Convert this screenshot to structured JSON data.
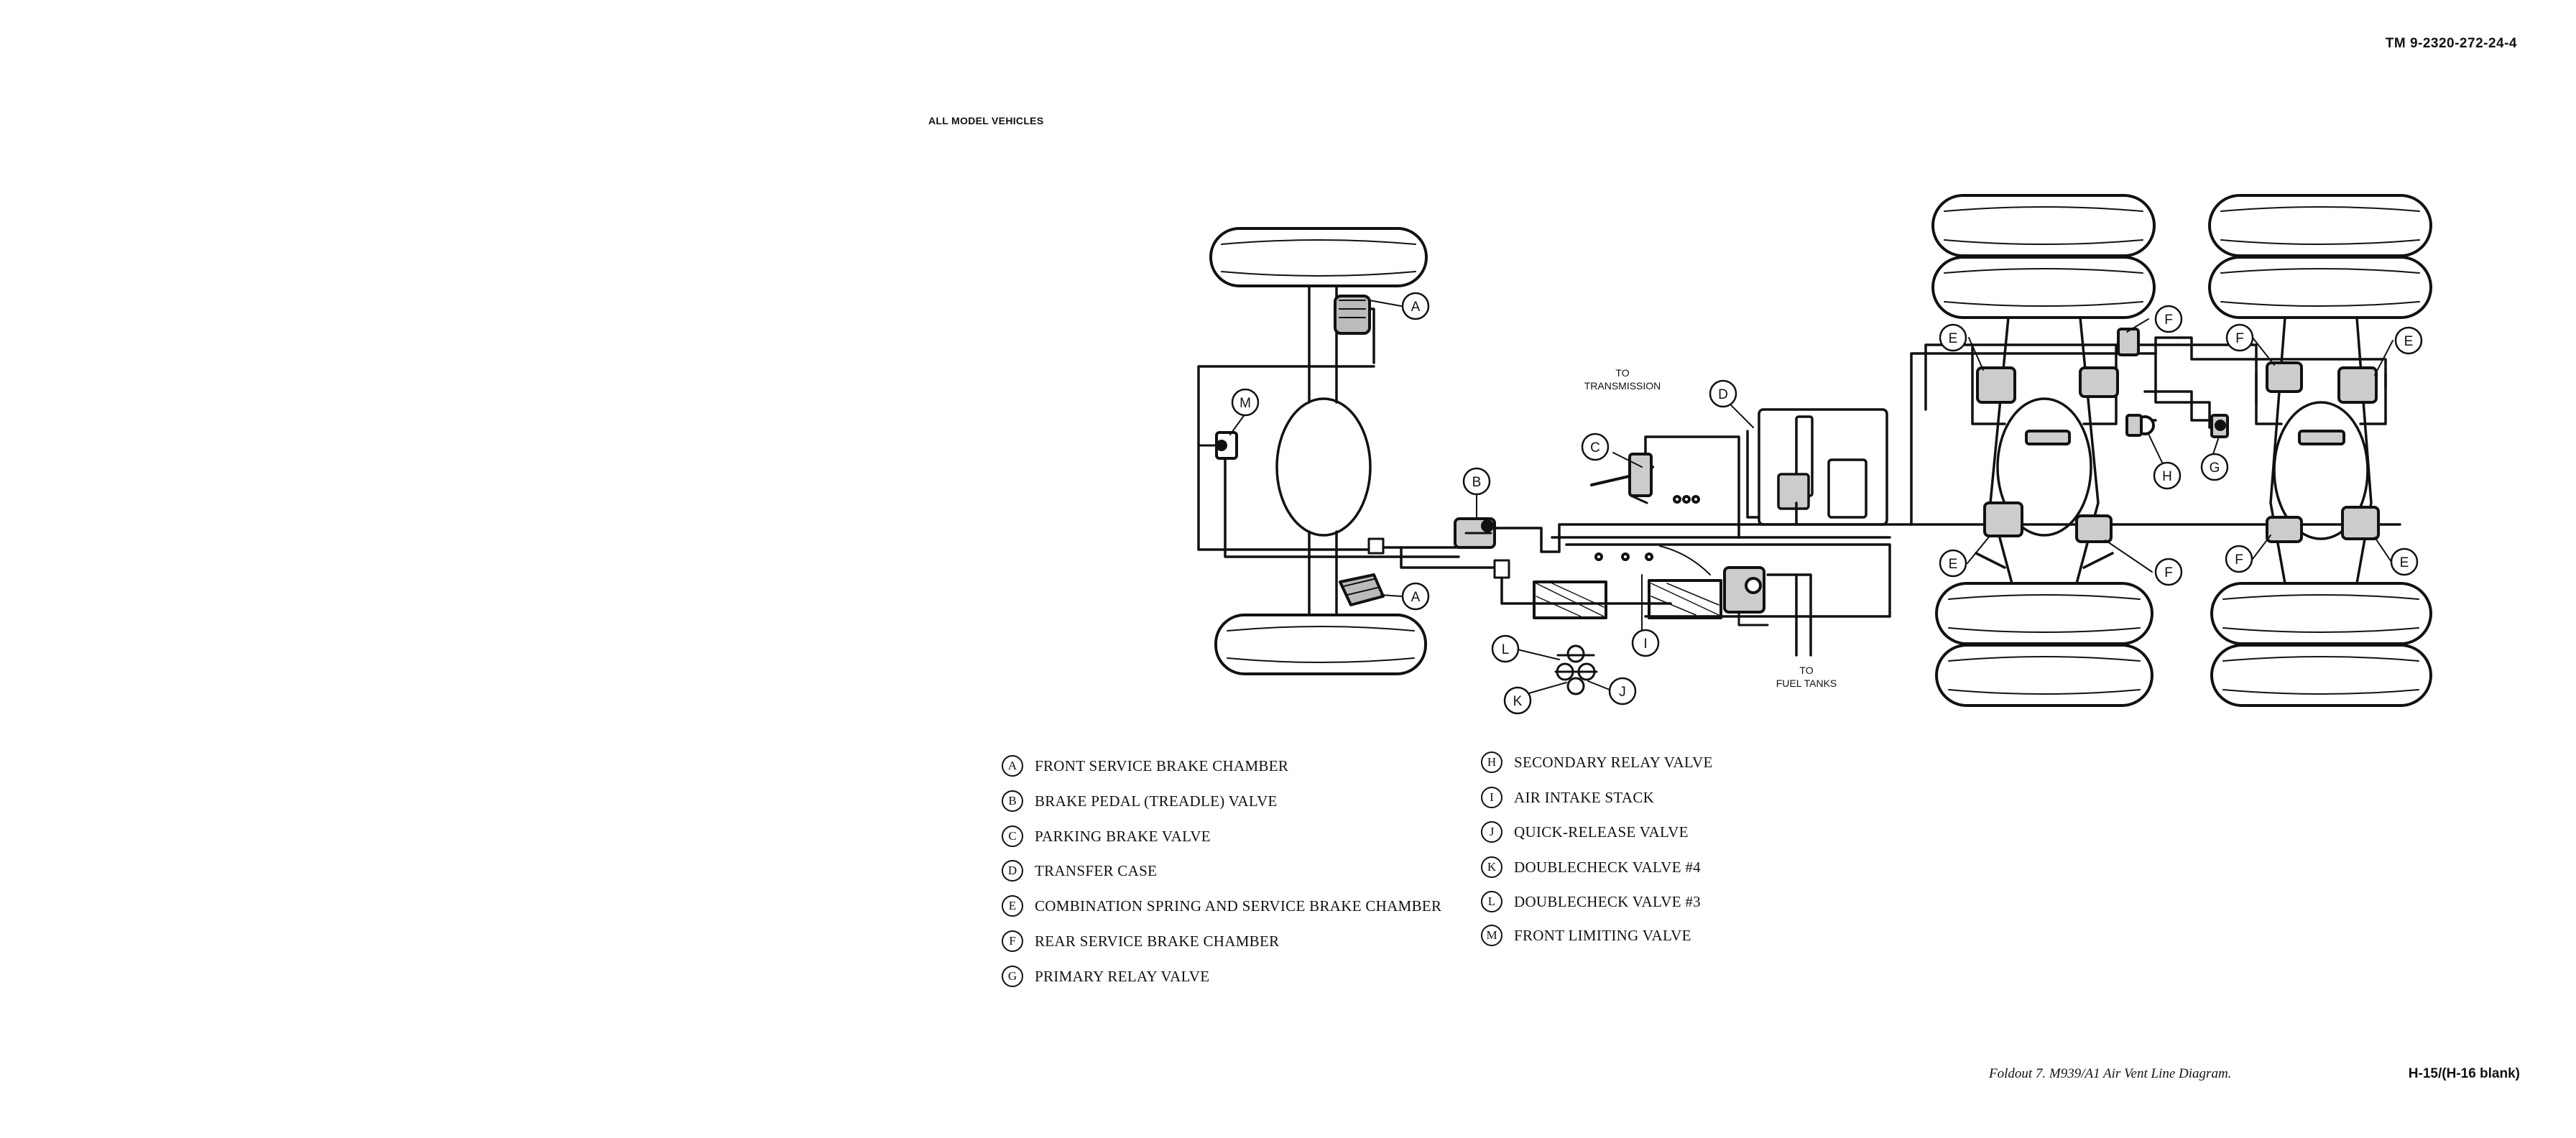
{
  "header": {
    "tm_number": "TM 9-2320-272-24-4",
    "model_note": "ALL MODEL VEHICLES"
  },
  "diagram": {
    "callouts": [
      "A",
      "A",
      "B",
      "C",
      "D",
      "E",
      "E",
      "E",
      "E",
      "F",
      "F",
      "F",
      "F",
      "G",
      "H",
      "I",
      "J",
      "K",
      "L",
      "M"
    ],
    "notes": {
      "to_transmission_line1": "TO",
      "to_transmission_line2": "TRANSMISSION",
      "to_fuel_line1": "TO",
      "to_fuel_line2": "FUEL TANKS"
    }
  },
  "legend": {
    "left": [
      {
        "key": "A",
        "label": "FRONT SERVICE BRAKE CHAMBER"
      },
      {
        "key": "B",
        "label": "BRAKE PEDAL (TREADLE) VALVE"
      },
      {
        "key": "C",
        "label": "PARKING BRAKE VALVE"
      },
      {
        "key": "D",
        "label": "TRANSFER CASE"
      },
      {
        "key": "E",
        "label": "COMBINATION SPRING AND SERVICE BRAKE CHAMBER"
      },
      {
        "key": "F",
        "label": "REAR SERVICE BRAKE CHAMBER"
      },
      {
        "key": "G",
        "label": "PRIMARY RELAY VALVE"
      }
    ],
    "right": [
      {
        "key": "H",
        "label": "SECONDARY RELAY VALVE"
      },
      {
        "key": "I",
        "label": "AIR INTAKE STACK"
      },
      {
        "key": "J",
        "label": "QUICK-RELEASE VALVE"
      },
      {
        "key": "K",
        "label": "DOUBLECHECK VALVE #4"
      },
      {
        "key": "L",
        "label": "DOUBLECHECK VALVE #3"
      },
      {
        "key": "M",
        "label": "FRONT LIMITING VALVE"
      }
    ]
  },
  "footer": {
    "caption": "Foldout 7.  M939/A1 Air Vent Line Diagram.",
    "page": "H-15/(H-16 blank)"
  }
}
